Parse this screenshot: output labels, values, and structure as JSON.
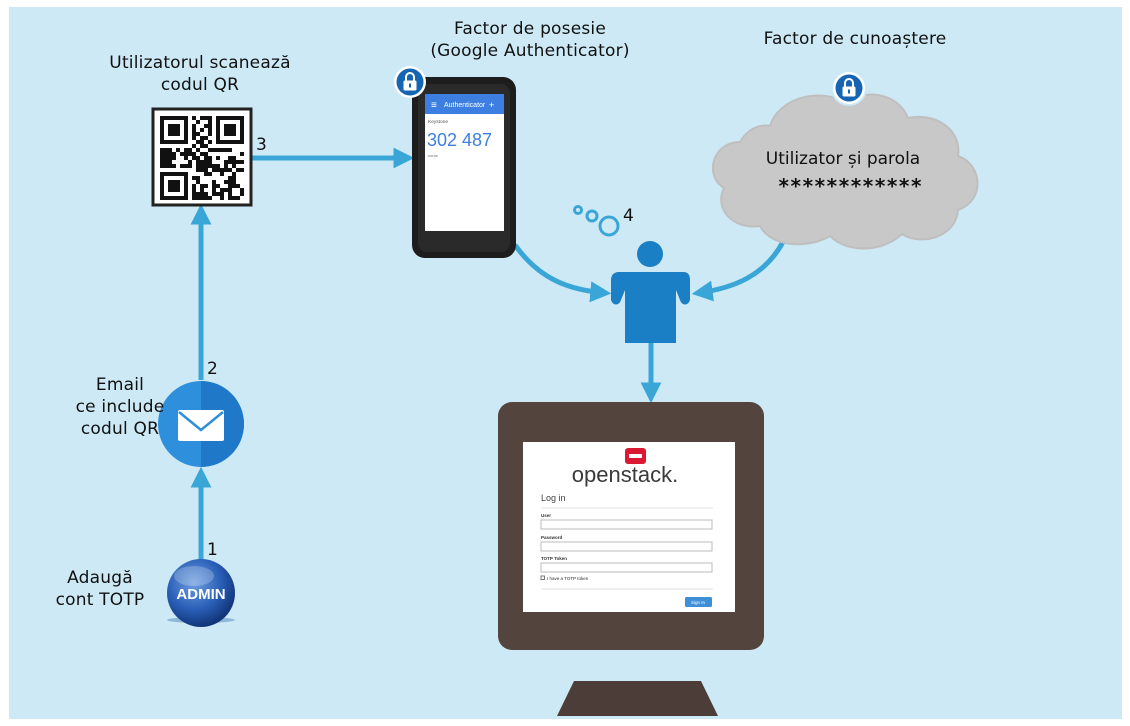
{
  "labels": {
    "scan_qr": [
      "Utilizatorul scanează",
      "codul QR"
    ],
    "possession": [
      "Factor de posesie",
      "(Google Authenticator)"
    ],
    "knowledge": "Factor de cunoaștere",
    "email": [
      "Email",
      "ce include",
      "codul QR"
    ],
    "add_account": [
      "Adaugă",
      "cont TOTP"
    ]
  },
  "steps": [
    "1",
    "2",
    "3",
    "4"
  ],
  "admin_badge": "ADMIN",
  "cloud": {
    "line1": "Utilizator și parola",
    "line2": "************"
  },
  "phone": {
    "app_title": "Authenticator",
    "plus": "+",
    "menu_icon": "≡",
    "account": "Keystone",
    "code": "302 487",
    "sub": "name"
  },
  "login": {
    "brand": "openstack.",
    "heading": "Log in",
    "user_label": "User",
    "password_label": "Password",
    "totp_label": "TOTP Token",
    "checkbox_label": "I have a TOTP token",
    "sign_in": "Sign In"
  },
  "colors": {
    "background": "#cde9f6",
    "arrow": "#3aa6d8",
    "person": "#1a7fc4",
    "lock": "#1565b3",
    "monitor": "#54443e",
    "openstack_red": "#da1a32",
    "cloud": "#c8c8c8"
  }
}
